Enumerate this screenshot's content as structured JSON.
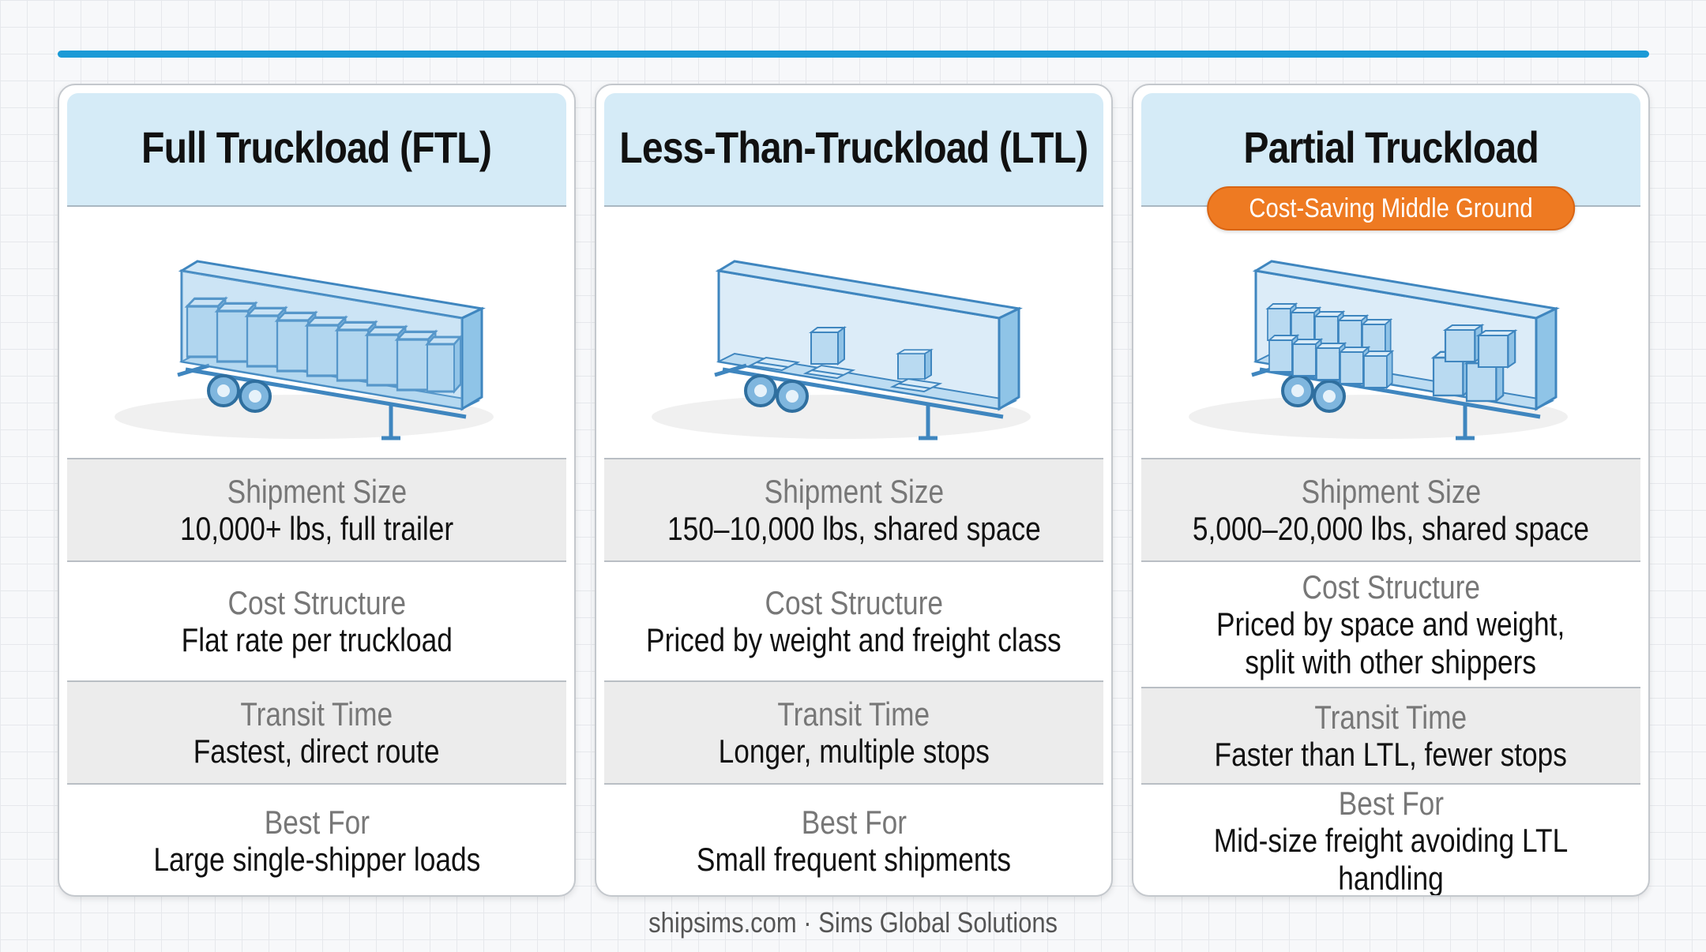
{
  "cards": [
    {
      "title": "Full Truckload (FTL)",
      "rows": [
        {
          "label": "Shipment Size",
          "value": "10,000+ lbs, full trailer"
        },
        {
          "label": "Cost Structure",
          "value": "Flat rate per truckload"
        },
        {
          "label": "Transit Time",
          "value": "Fastest, direct route"
        },
        {
          "label": "Best For",
          "value": "Large single-shipper loads"
        }
      ]
    },
    {
      "title": "Less-Than-Truckload (LTL)",
      "rows": [
        {
          "label": "Shipment Size",
          "value": "150–10,000 lbs, shared space"
        },
        {
          "label": "Cost Structure",
          "value": "Priced by weight and freight class"
        },
        {
          "label": "Transit Time",
          "value": "Longer, multiple stops"
        },
        {
          "label": "Best For",
          "value": "Small frequent shipments"
        }
      ]
    },
    {
      "title": "Partial Truckload",
      "badge": "Cost-Saving Middle Ground",
      "rows": [
        {
          "label": "Shipment Size",
          "value": "5,000–20,000 lbs, shared space"
        },
        {
          "label": "Cost Structure",
          "value": "Priced by space and weight,\nsplit with other shippers"
        },
        {
          "label": "Transit Time",
          "value": "Faster than LTL, fewer stops"
        },
        {
          "label": "Best For",
          "value": "Mid-size freight avoiding LTL handling"
        }
      ]
    }
  ],
  "footer": "shipsims.com · Sims Global Solutions",
  "colors": {
    "accent": "#1a9ad6",
    "header": "#d5ebf7",
    "badge": "#ee7a22",
    "trailer": "#9ccbea"
  }
}
